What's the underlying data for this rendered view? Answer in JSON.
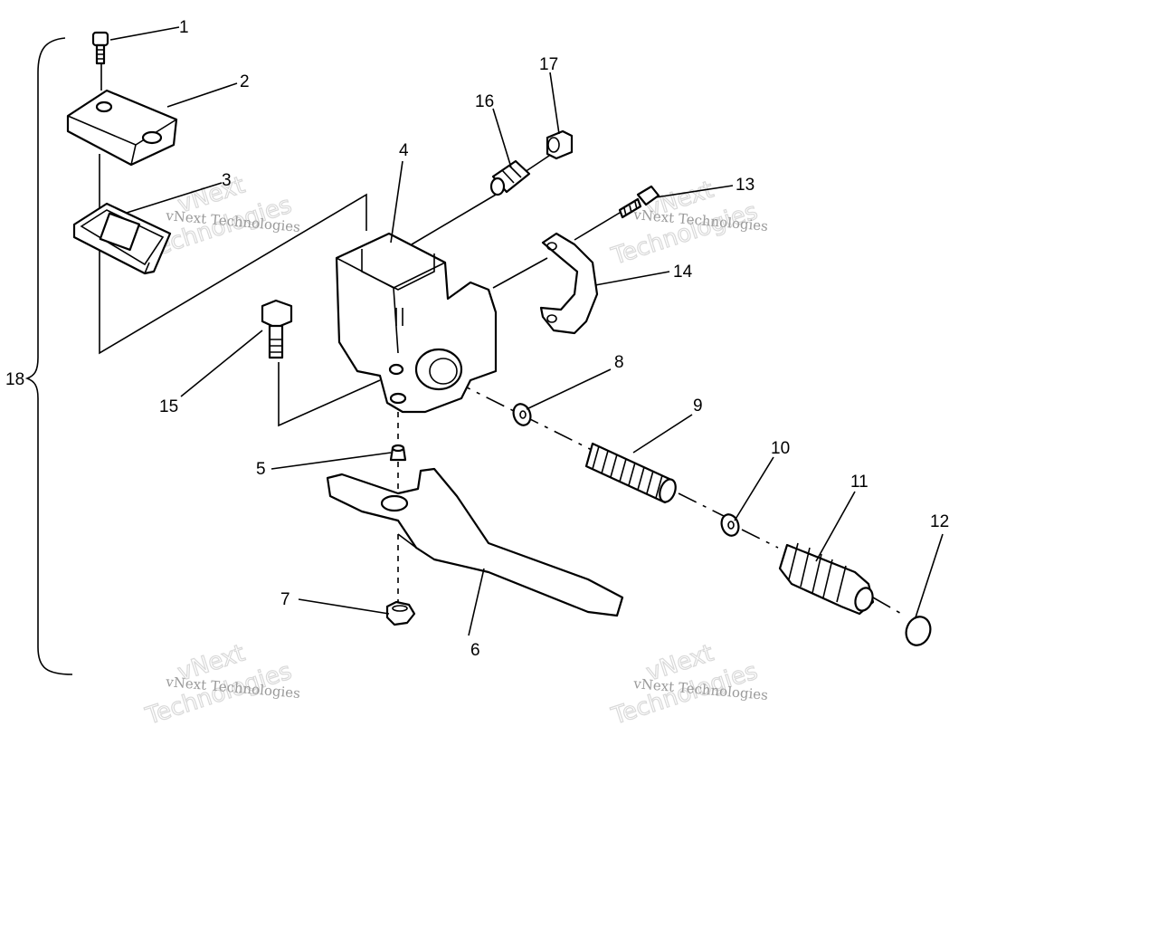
{
  "diagram": {
    "callouts": [
      "1",
      "2",
      "3",
      "4",
      "5",
      "6",
      "7",
      "8",
      "9",
      "10",
      "11",
      "12",
      "13",
      "14",
      "15",
      "16",
      "17",
      "18"
    ],
    "watermark_text": "vNext Technologies",
    "watermark_words": [
      "vNext",
      "Technologies"
    ]
  }
}
